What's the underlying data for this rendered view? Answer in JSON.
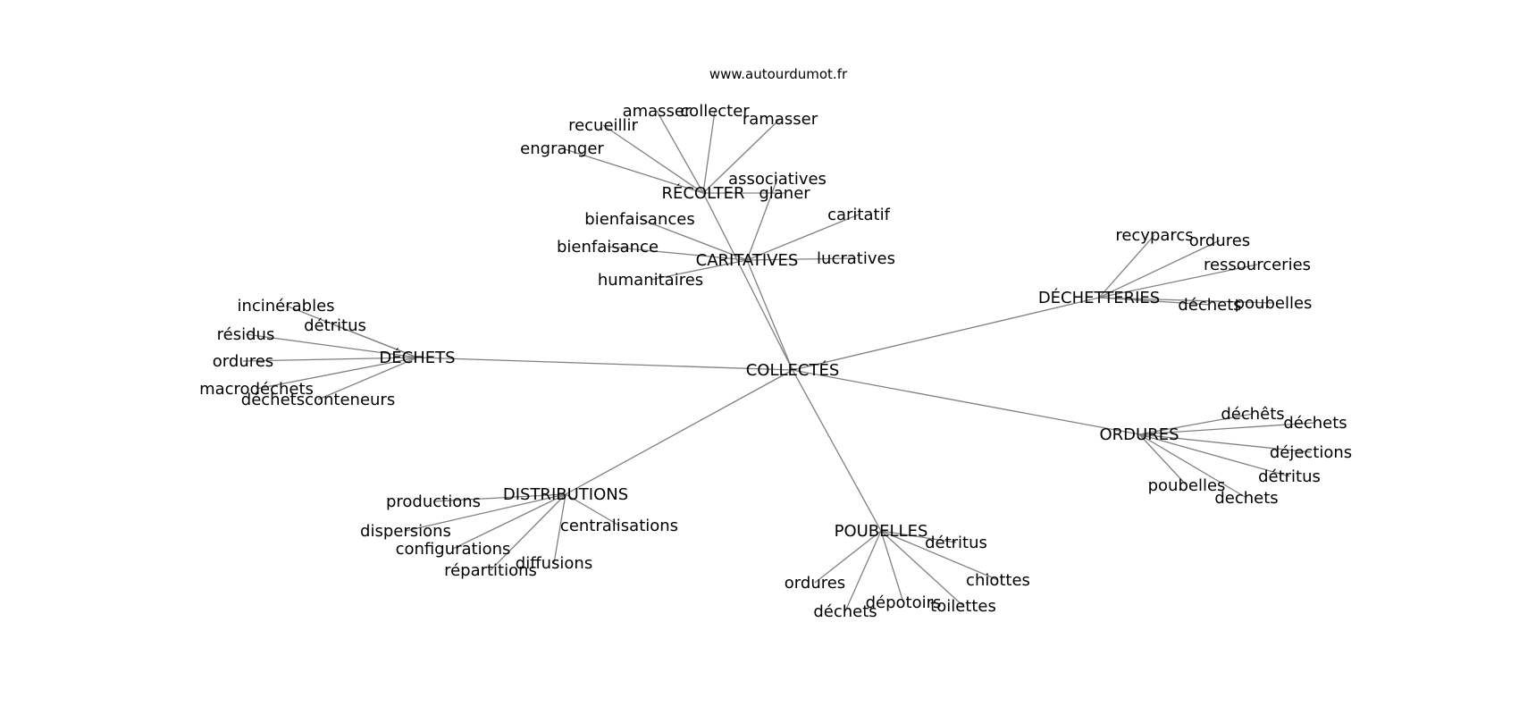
{
  "source": "www.autourdumot.fr",
  "center": {
    "id": "collectes",
    "label": "COLLECTÉS"
  },
  "hubs": [
    {
      "id": "recolter",
      "label": "RÉCOLTER",
      "leaves": [
        {
          "id": "amasser",
          "label": "amasser"
        },
        {
          "id": "collecter",
          "label": "collecter"
        },
        {
          "id": "recueillir",
          "label": "recueillir"
        },
        {
          "id": "ramasser",
          "label": "ramasser"
        },
        {
          "id": "engranger",
          "label": "engranger"
        },
        {
          "id": "glaner",
          "label": "glaner"
        }
      ]
    },
    {
      "id": "caritatives",
      "label": "CARITATIVES",
      "leaves": [
        {
          "id": "associatives",
          "label": "associatives"
        },
        {
          "id": "bienfaisances",
          "label": "bienfaisances"
        },
        {
          "id": "caritatif",
          "label": "caritatif"
        },
        {
          "id": "bienfaisance",
          "label": "bienfaisance"
        },
        {
          "id": "lucratives",
          "label": "lucratives"
        },
        {
          "id": "humanitaires",
          "label": "humanitaires"
        }
      ]
    },
    {
      "id": "dechetteries",
      "label": "DÉCHETTERIES",
      "leaves": [
        {
          "id": "recyparcs",
          "label": "recyparcs"
        },
        {
          "id": "ordures-1",
          "label": "ordures"
        },
        {
          "id": "ressourceries",
          "label": "ressourceries"
        },
        {
          "id": "dechets-1",
          "label": "déchets"
        },
        {
          "id": "poubelles-1",
          "label": "poubelles"
        }
      ]
    },
    {
      "id": "dechets-hub",
      "label": "DÉCHETS",
      "leaves": [
        {
          "id": "incinerables",
          "label": "incinérables"
        },
        {
          "id": "detritus-1",
          "label": "détritus"
        },
        {
          "id": "residus",
          "label": "résidus"
        },
        {
          "id": "ordures-2",
          "label": "ordures"
        },
        {
          "id": "macrodechets",
          "label": "macrodéchets"
        },
        {
          "id": "dechetsconteneurs",
          "label": "déchetsconteneurs"
        }
      ]
    },
    {
      "id": "ordures-hub",
      "label": "ORDURES",
      "leaves": [
        {
          "id": "dechets-circ",
          "label": "déchêts"
        },
        {
          "id": "dechets-2",
          "label": "déchets"
        },
        {
          "id": "dejections",
          "label": "déjections"
        },
        {
          "id": "detritus-2",
          "label": "détritus"
        },
        {
          "id": "poubelles-2",
          "label": "poubelles"
        },
        {
          "id": "dechets-plain",
          "label": "dechets"
        }
      ]
    },
    {
      "id": "distributions",
      "label": "DISTRIBUTIONS",
      "leaves": [
        {
          "id": "productions",
          "label": "productions"
        },
        {
          "id": "centralisations",
          "label": "centralisations"
        },
        {
          "id": "dispersions",
          "label": "dispersions"
        },
        {
          "id": "configurations",
          "label": "configurations"
        },
        {
          "id": "diffusions",
          "label": "diffusions"
        },
        {
          "id": "repartitions",
          "label": "répartitions"
        }
      ]
    },
    {
      "id": "poubelles-hub",
      "label": "POUBELLES",
      "leaves": [
        {
          "id": "detritus-3",
          "label": "détritus"
        },
        {
          "id": "chiottes",
          "label": "chiottes"
        },
        {
          "id": "ordures-3",
          "label": "ordures"
        },
        {
          "id": "depotoirs",
          "label": "dépotoirs"
        },
        {
          "id": "toilettes",
          "label": "toilettes"
        },
        {
          "id": "dechets-3",
          "label": "déchets"
        }
      ]
    }
  ]
}
